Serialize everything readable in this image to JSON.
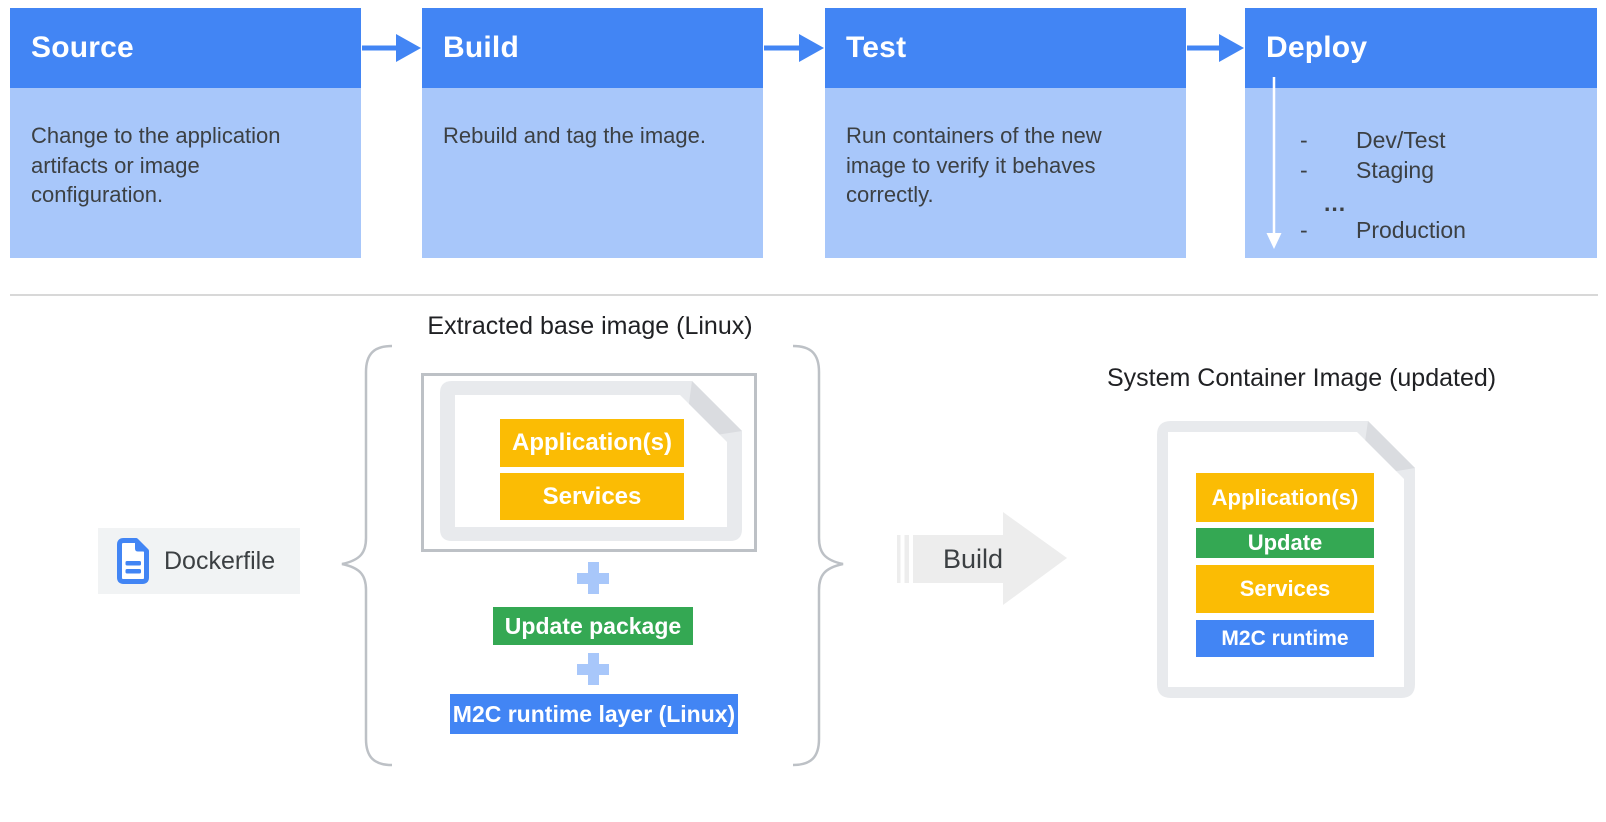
{
  "palette": {
    "header_blue": "#4285F4",
    "body_light_blue": "#A8C7FA",
    "layer_yellow": "#FBBC04",
    "layer_green": "#34A853",
    "layer_blue": "#4285F4",
    "plus_light_blue": "#A8C7FA",
    "document_gray": "#E8EAED",
    "chip_gray": "#F1F3F4",
    "build_arrow_gray": "#EDEDED",
    "text_dark": "#3C4043",
    "title_dark": "#202124"
  },
  "pipeline": {
    "stages": [
      {
        "title": "Source",
        "body": "Change to the application artifacts or image configuration."
      },
      {
        "title": "Build",
        "body": "Rebuild and tag the image."
      },
      {
        "title": "Test",
        "body": "Run containers of the new image to verify it behaves correctly."
      },
      {
        "title": "Deploy"
      }
    ],
    "deploy_items": [
      {
        "bullet": "-",
        "label": "Dev/Test"
      },
      {
        "bullet": "-",
        "label": "Staging"
      },
      {
        "bullet": "",
        "label": "..."
      },
      {
        "bullet": "-",
        "label": "Production"
      }
    ]
  },
  "build_flow": {
    "dockerfile_label": "Dockerfile",
    "extracted_title": "Extracted base image (Linux)",
    "base_image_layers": [
      "Application(s)",
      "Services"
    ],
    "update_package_label": "Update package",
    "runtime_layer_label": "M2C runtime layer (Linux)",
    "build_arrow_label": "Build",
    "result_title": "System Container Image (updated)",
    "result_layers": [
      {
        "label": "Application(s)",
        "type": "applications"
      },
      {
        "label": "Update",
        "type": "update"
      },
      {
        "label": "Services",
        "type": "services"
      },
      {
        "label": "M2C runtime",
        "type": "runtime"
      }
    ]
  }
}
